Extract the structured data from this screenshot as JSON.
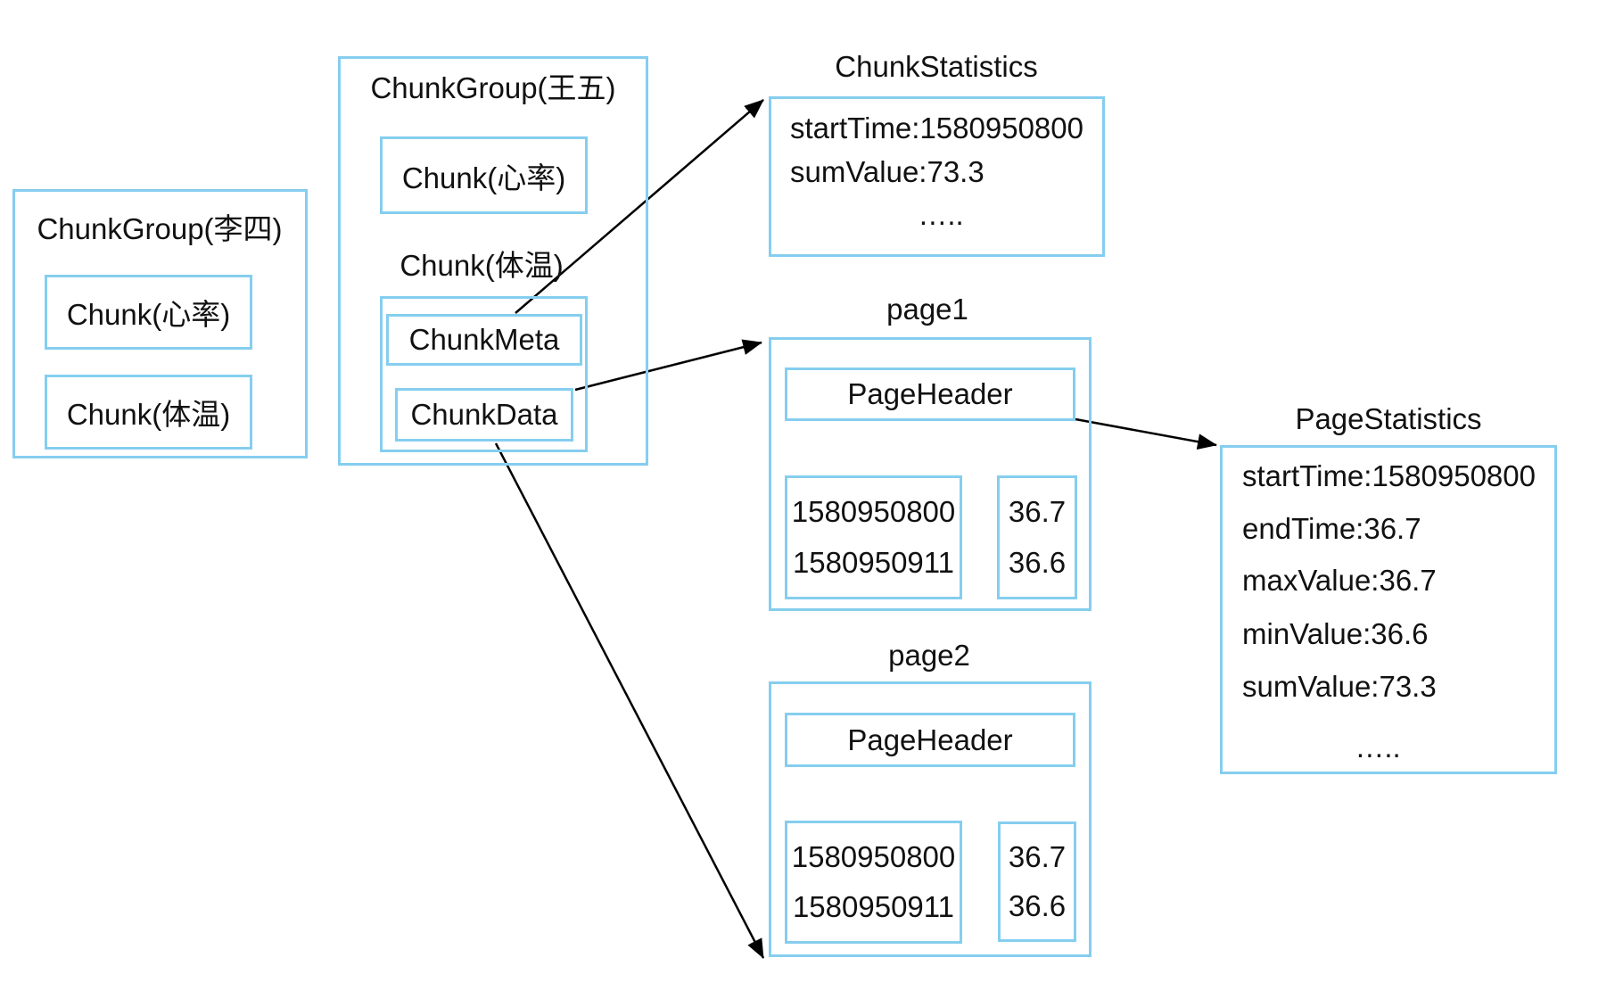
{
  "colors": {
    "box_border": "#85ceef",
    "arrow": "#000000",
    "text": "#111111",
    "background": "#ffffff"
  },
  "left_group": {
    "title": "ChunkGroup(李四)",
    "chunks": [
      "Chunk(心率)",
      "Chunk(体温)"
    ]
  },
  "mid_group": {
    "title": "ChunkGroup(王五)",
    "chunk1": "Chunk(心率)",
    "chunk2_label": "Chunk(体温)",
    "chunk_meta": "ChunkMeta",
    "chunk_data": "ChunkData"
  },
  "chunk_statistics": {
    "title": "ChunkStatistics",
    "lines": [
      "startTime:1580950800",
      "sumValue:73.3",
      "….."
    ]
  },
  "page1": {
    "title": "page1",
    "header": "PageHeader",
    "timestamps": [
      "1580950800",
      "1580950911"
    ],
    "values": [
      "36.7",
      "36.6"
    ]
  },
  "page2": {
    "title": "page2",
    "header": "PageHeader",
    "timestamps": [
      "1580950800",
      "1580950911"
    ],
    "values": [
      "36.7",
      "36.6"
    ]
  },
  "page_statistics": {
    "title": "PageStatistics",
    "lines": [
      "startTime:1580950800",
      "endTime:36.7",
      "maxValue:36.7",
      "minValue:36.6",
      "sumValue:73.3",
      "….."
    ]
  }
}
